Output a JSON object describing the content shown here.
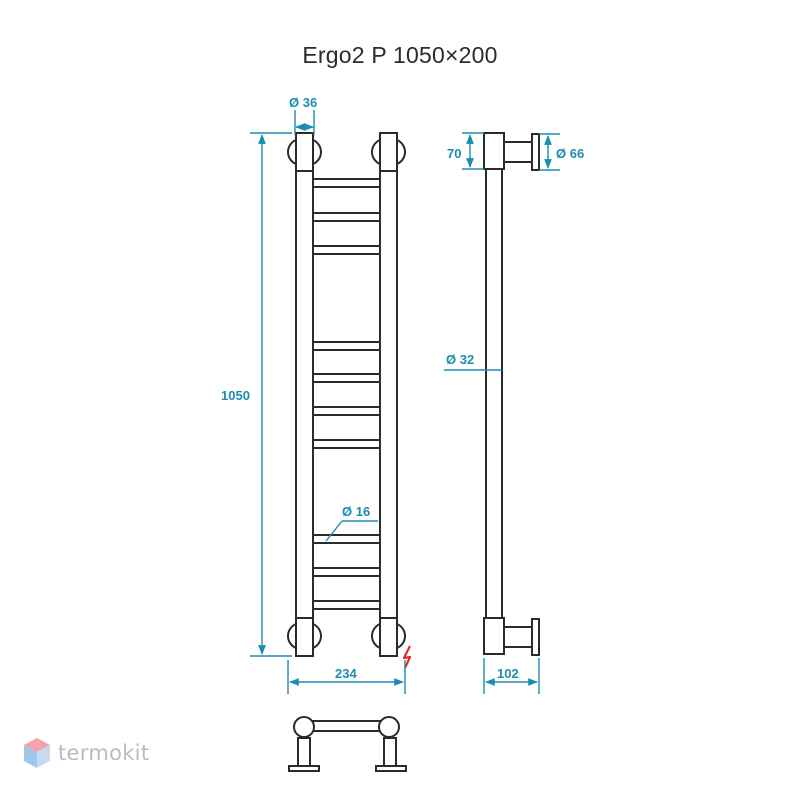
{
  "title": "Ergo2 P 1050×200",
  "dimensions": {
    "d36": "Ø 36",
    "d66": "Ø 66",
    "d32": "Ø 32",
    "d16": "Ø 16",
    "h70": "70",
    "h1050": "1050",
    "w234": "234",
    "w102": "102"
  },
  "brand": {
    "name": "termokit",
    "logo_icon": "cube-icon"
  },
  "colors": {
    "dimension": "#1c8db0",
    "outline": "#2a2a2a",
    "electric_mark": "#e02b2b",
    "watermark": "#b8bcc2"
  }
}
